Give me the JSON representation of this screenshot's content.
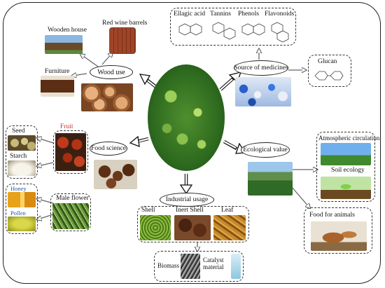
{
  "center": {
    "alt": "chestnut tree canopy"
  },
  "categories": {
    "wood_use": "Wood  use",
    "source_of_medicines": "Source of medicines",
    "food_science": "Food science",
    "ecological_value": "Ecological value",
    "industrial_usage": "Industrial usage"
  },
  "wood": {
    "wooden_house": "Wooden house",
    "red_wine_barrels": "Red wine barrels",
    "furniture": "Furniture"
  },
  "medicines": {
    "compounds": [
      "Ellagic acid",
      "Tannins",
      "Phenols",
      "Flavonoids"
    ],
    "glucan": "Glucan"
  },
  "food": {
    "seed": "Seed",
    "starch": "Starch",
    "fruit": "Fruit",
    "honey": "Honey",
    "pollen": "Pollen",
    "male_flower": "Male flower"
  },
  "ecology": {
    "atmospheric_circulation": "Atmospheric circulation",
    "soil_ecology": "Soil ecology",
    "food_for_animals": "Food for animals"
  },
  "industry": {
    "shell": "Shell",
    "inert_shell": "Inert Shell",
    "leaf": "Leaf",
    "biomass": "Biomass",
    "catalyst_material": "Catalyst material"
  },
  "colors": {
    "fruit_label": "#c0392b",
    "honey_label": "#2255aa",
    "pollen_label": "#2255aa",
    "foliage": "#2e6b1f"
  }
}
